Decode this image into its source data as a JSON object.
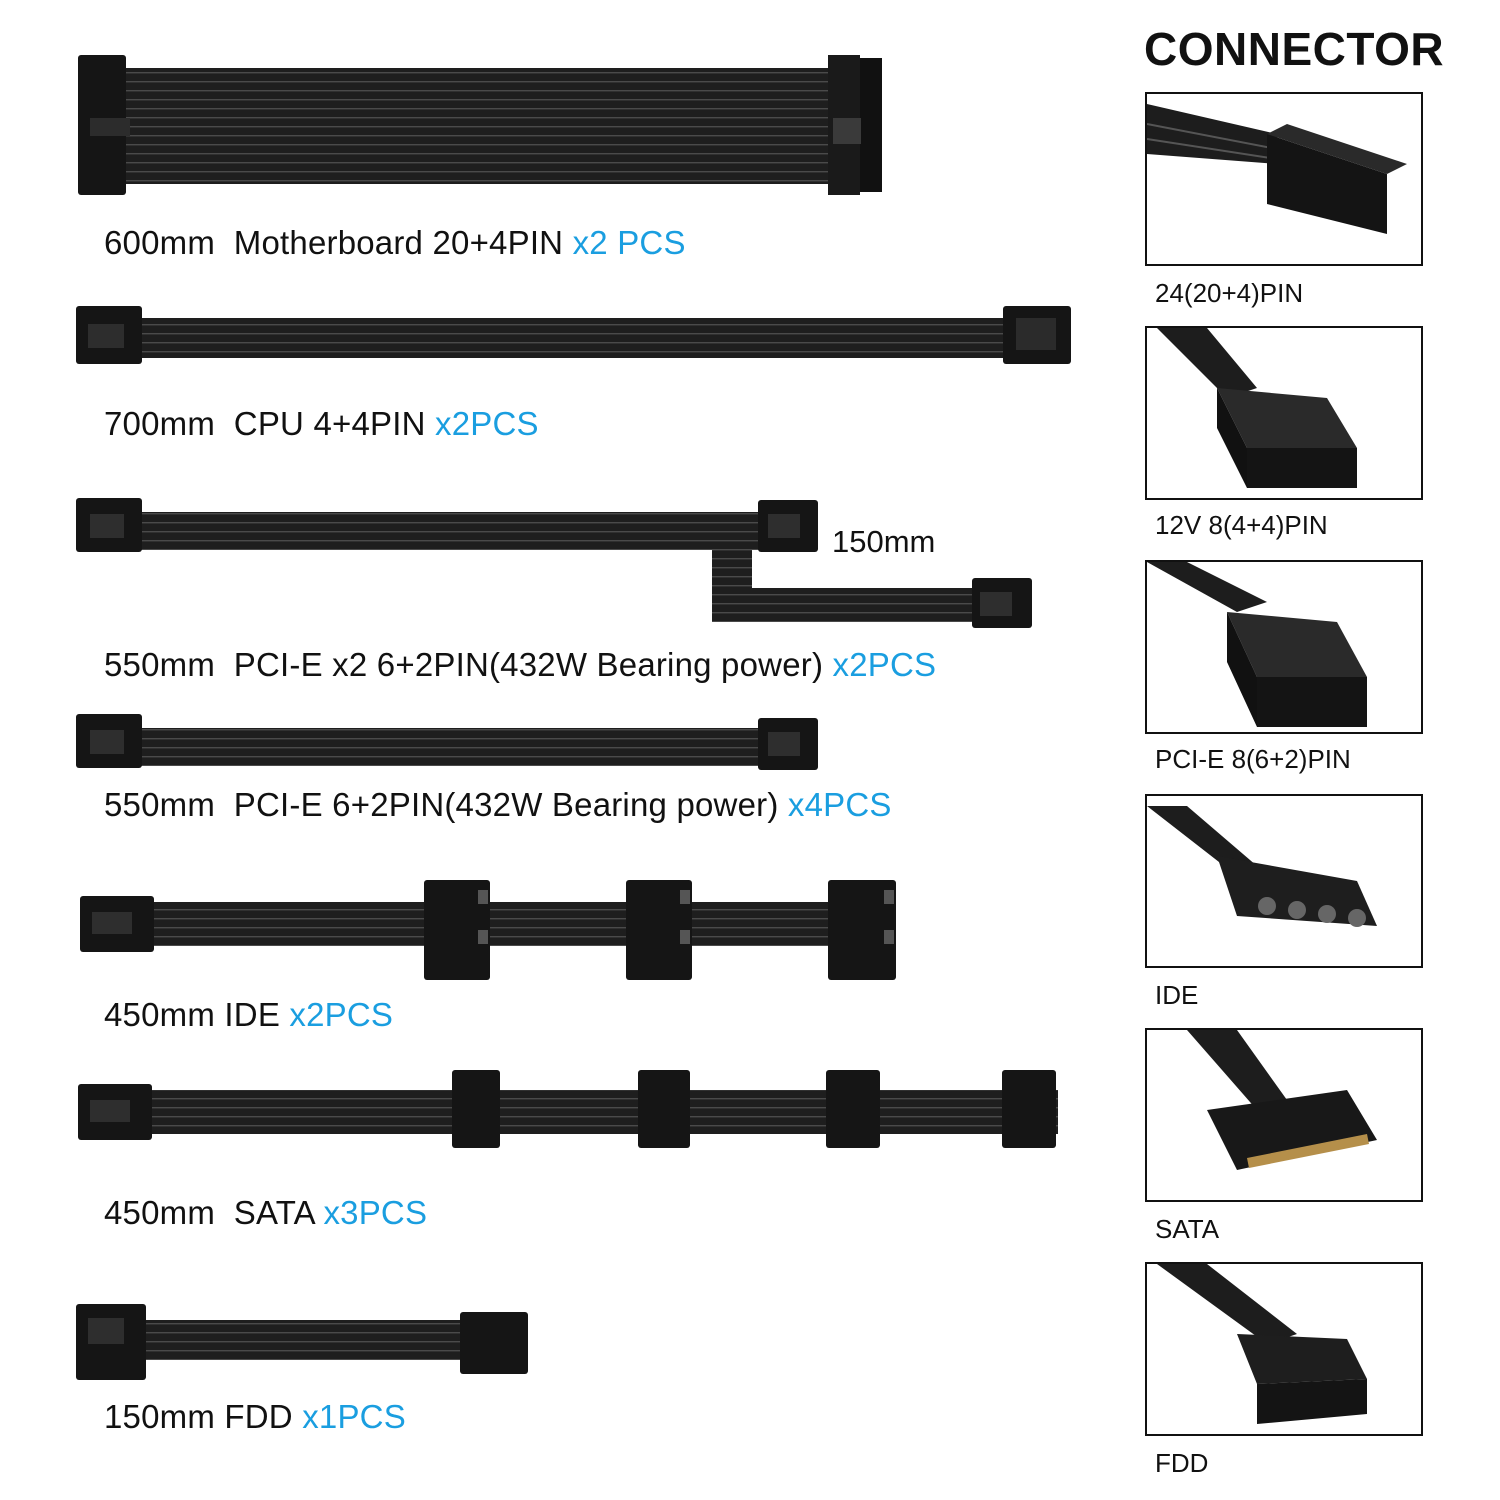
{
  "cables": [
    {
      "length": "600mm",
      "name": "Motherboard 20+4PIN",
      "qty": "x2 PCS"
    },
    {
      "length": "700mm",
      "name": "CPU 4+4PIN",
      "qty": "x2PCS"
    },
    {
      "length": "550mm",
      "name": "PCI-E x2 6+2PIN(432W Bearing power)",
      "qty": "x2PCS",
      "branch_length": "150mm"
    },
    {
      "length": "550mm",
      "name": "PCI-E 6+2PIN(432W Bearing power)",
      "qty": "x4PCS"
    },
    {
      "length": "450mm",
      "name": "IDE",
      "qty": "x2PCS"
    },
    {
      "length": "450mm",
      "name": "SATA",
      "qty": "x3PCS"
    },
    {
      "length": "150mm",
      "name": "FDD",
      "qty": "x1PCS"
    }
  ],
  "connector_panel": {
    "title": "CONNECTOR",
    "items": [
      {
        "label": "24(20+4)PIN",
        "icon": "atx-24pin-connector-icon"
      },
      {
        "label": "12V 8(4+4)PIN",
        "icon": "eps-8pin-connector-icon"
      },
      {
        "label": "PCI-E 8(6+2)PIN",
        "icon": "pcie-8pin-connector-icon"
      },
      {
        "label": "IDE",
        "icon": "molex-connector-icon"
      },
      {
        "label": "SATA",
        "icon": "sata-connector-icon"
      },
      {
        "label": "FDD",
        "icon": "fdd-connector-icon"
      }
    ]
  },
  "colors": {
    "quantity": "#1a9ee0",
    "cable": "#1b1b1b",
    "text": "#111111"
  }
}
